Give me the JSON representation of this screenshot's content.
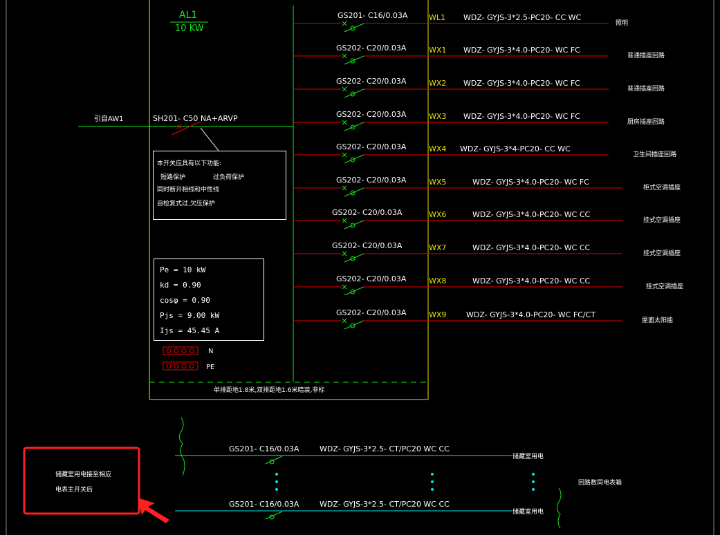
{
  "panel": {
    "name": "AL1",
    "power": "10 KW",
    "incoming": "引自AW1",
    "main_breaker": "SH201- C50 NA+ARVP",
    "breaker_note": [
      "本开关应具有以下功能:",
      "短路保护",
      "过负荷保护",
      "同时断开相线和中性线",
      "自检复式过,欠压保护"
    ],
    "calc": [
      "Pe = 10  kW",
      "kd = 0.90",
      "cosφ = 0.90",
      "Pjs = 9.00  kW",
      "Ijs = 45.45  A"
    ],
    "busbar_n": "N",
    "busbar_pe": "PE",
    "install_note": "单排距地1.8米,双排距地1.6米暗装,非标"
  },
  "circuits": [
    {
      "breaker": "GS201- C16/0.03A",
      "id": "WL1",
      "cable": "WDZ- GYJS-3*2.5-PC20- CC  WC",
      "use": "照明"
    },
    {
      "breaker": "GS202- C20/0.03A",
      "id": "WX1",
      "cable": "WDZ- GYJS-3*4.0-PC20- WC  FC",
      "use": "普通插座回路"
    },
    {
      "breaker": "GS202- C20/0.03A",
      "id": "WX2",
      "cable": "WDZ- GYJS-3*4.0-PC20- WC  FC",
      "use": "普通插座回路"
    },
    {
      "breaker": "GS202- C20/0.03A",
      "id": "WX3",
      "cable": "WDZ- GYJS-3*4.0-PC20- WC  FC",
      "use": "厨房插座回路"
    },
    {
      "breaker": "GS202- C20/0.03A",
      "id": "WX4",
      "cable": "WDZ- GYJS-3*4-PC20- CC  WC",
      "use": "卫生间插座回路"
    },
    {
      "breaker": "GS202- C20/0.03A",
      "id": "WX5",
      "cable": "WDZ- GYJS-3*4.0-PC20- WC  FC",
      "use": "柜式空调插座"
    },
    {
      "breaker": "GS202- C20/0.03A",
      "id": "WX6",
      "cable": "WDZ- GYJS-3*4.0-PC20- WC  CC",
      "use": "挂式空调插座"
    },
    {
      "breaker": "GS202- C20/0.03A",
      "id": "WX7",
      "cable": "WDZ- GYJS-3*4.0-PC20- WC  CC",
      "use": "挂式空调插座"
    },
    {
      "breaker": "GS202- C20/0.03A",
      "id": "WX8",
      "cable": "WDZ- GYJS-3*4.0-PC20- WC  CC",
      "use": "挂式空调插座"
    },
    {
      "breaker": "GS202- C20/0.03A",
      "id": "WX9",
      "cable": "WDZ- GYJS-3*4.0-PC20- WC  FC/CT",
      "use": "屋面太阳能"
    }
  ],
  "storage": {
    "breaker": "GS201- C16/0.03A",
    "cable": "WDZ- GYJS-3*2.5- CT/PC20  WC  CC",
    "use": "储藏室用电",
    "side_note": "回路数同电表箱",
    "highlight_line1": "储藏室用电接至相应",
    "highlight_line2": "电表主开关后"
  },
  "colors": {
    "frame": "#e6e600",
    "bus": "#19e619",
    "feeder": "#e60000",
    "cyan": "#00e6e6",
    "highlight": "#ff2020"
  }
}
